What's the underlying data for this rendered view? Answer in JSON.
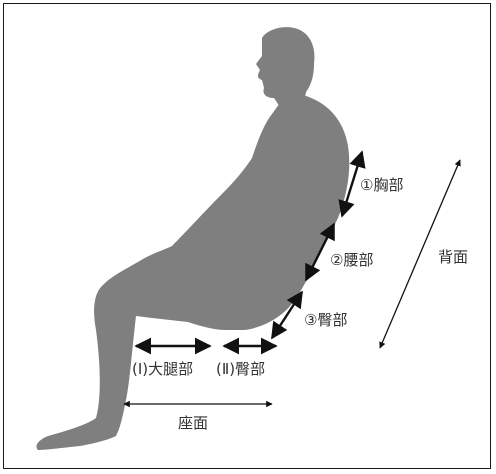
{
  "labels": {
    "chest": "①胸部",
    "waist": "②腰部",
    "buttocks": "③臀部",
    "thigh": "(Ⅰ)大腿部",
    "hip": "(Ⅱ)臀部",
    "backrest": "背面",
    "seat": "座面"
  },
  "colors": {
    "silhouette": "#7f7f7f",
    "arrows": "#111111",
    "text": "#333333"
  }
}
